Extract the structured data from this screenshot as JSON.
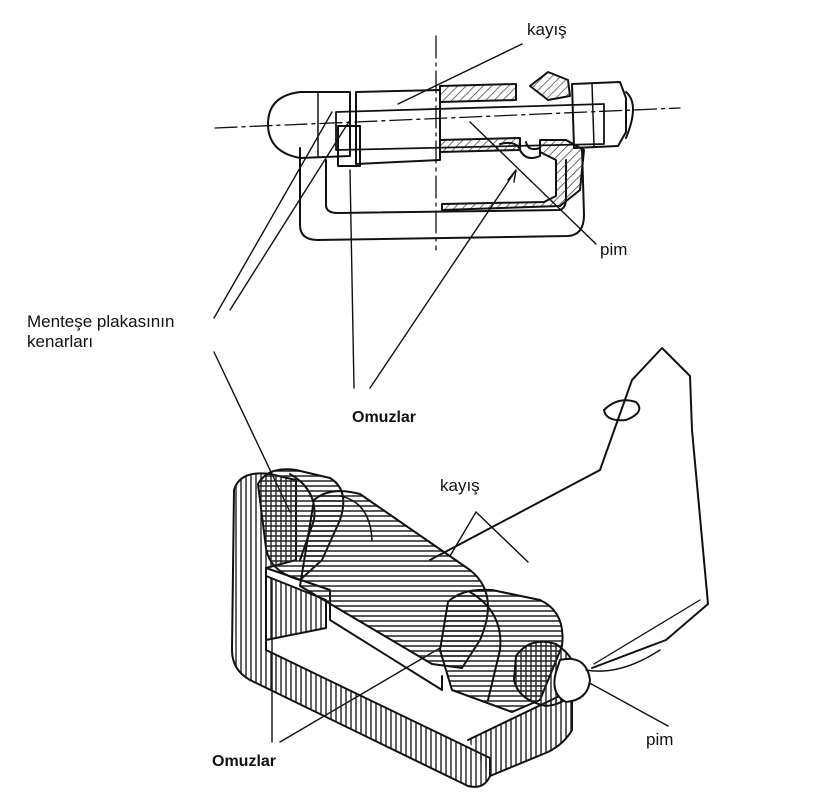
{
  "diagram": {
    "labels": {
      "strap_top": "kayış",
      "pin_top": "pim",
      "hinge_plate_edges": "Menteşe plakasının kenarları",
      "shoulders_top": "Omuzlar",
      "strap_bottom": "kayış",
      "shoulders_bottom": "Omuzlar",
      "pin_bottom": "pim"
    },
    "views": [
      "section-view",
      "perspective-view"
    ],
    "colors": {
      "ink": "#111111",
      "paper": "#ffffff",
      "hatch": "#333333"
    }
  }
}
